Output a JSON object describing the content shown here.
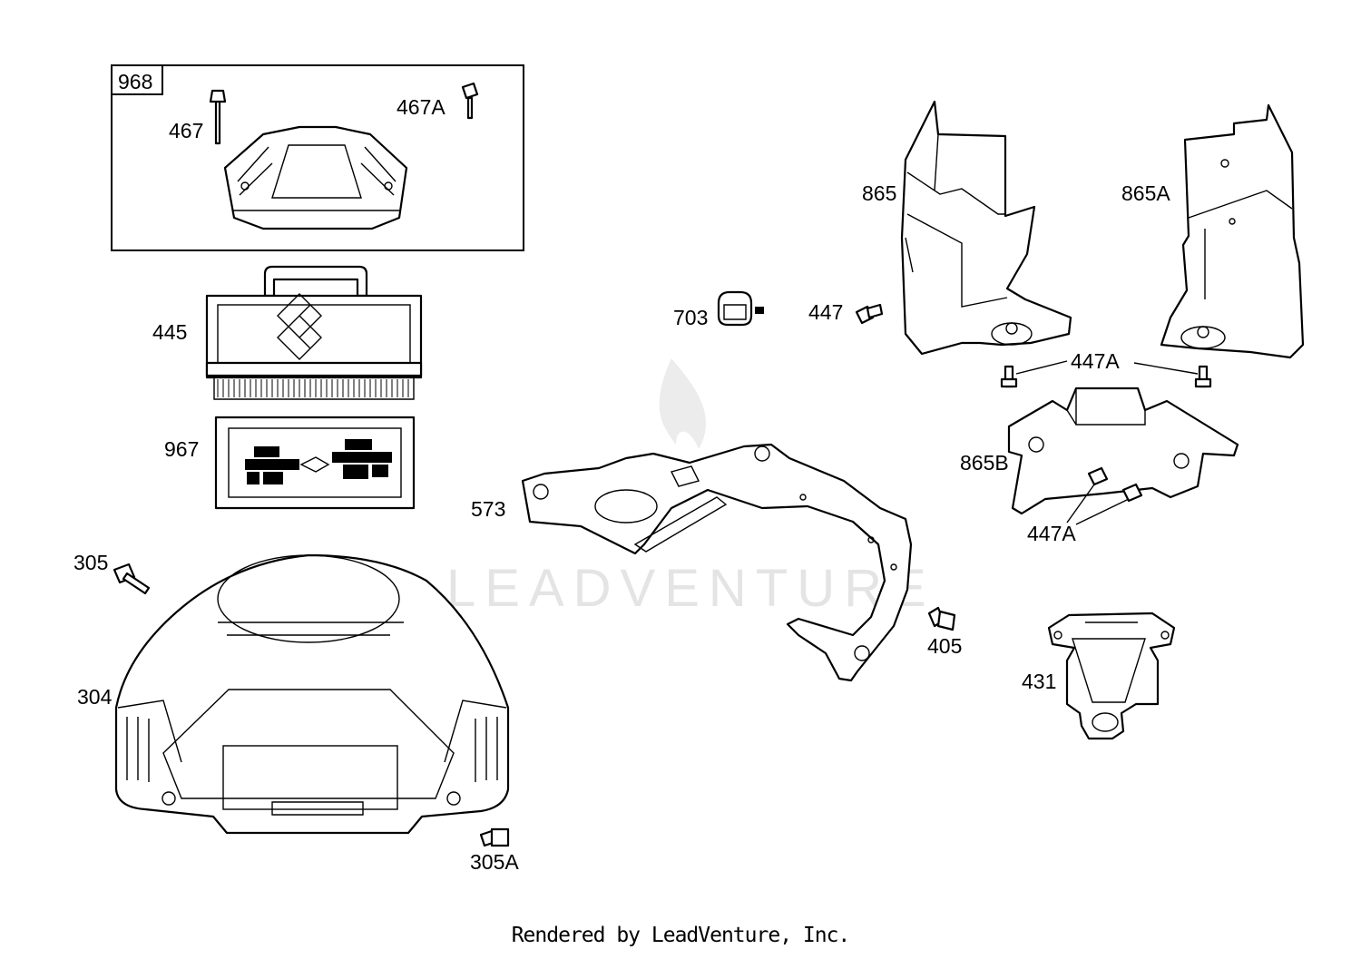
{
  "diagram": {
    "watermark": "LEADVENTURE",
    "footer": "Rendered by LeadVenture, Inc.",
    "labels": {
      "968": "968",
      "467": "467",
      "467A": "467A",
      "445": "445",
      "967": "967",
      "305": "305",
      "304": "304",
      "305A": "305A",
      "573": "573",
      "703": "703",
      "447": "447",
      "405": "405",
      "865": "865",
      "865A": "865A",
      "447A_top": "447A",
      "865B": "865B",
      "447A_bottom": "447A",
      "431": "431"
    }
  }
}
